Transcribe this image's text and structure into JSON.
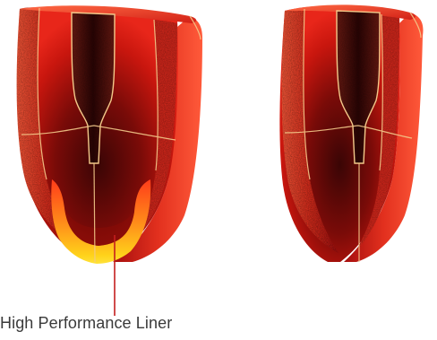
{
  "callout": {
    "label": "High Performance Liner",
    "line_color": "#c41e1e"
  },
  "palette": {
    "shell_edge": "#e23a22",
    "shell_mid": "#b01010",
    "core_dark": "#2a0404",
    "fill_dark": "#5a0a08",
    "seam": "#f3c98a",
    "liner_bright": "#ffd21a",
    "liner_orange": "#ff8a1a"
  },
  "figures": [
    {
      "id": "left",
      "feature": "liner"
    },
    {
      "id": "right",
      "feature": "no-liner"
    }
  ]
}
